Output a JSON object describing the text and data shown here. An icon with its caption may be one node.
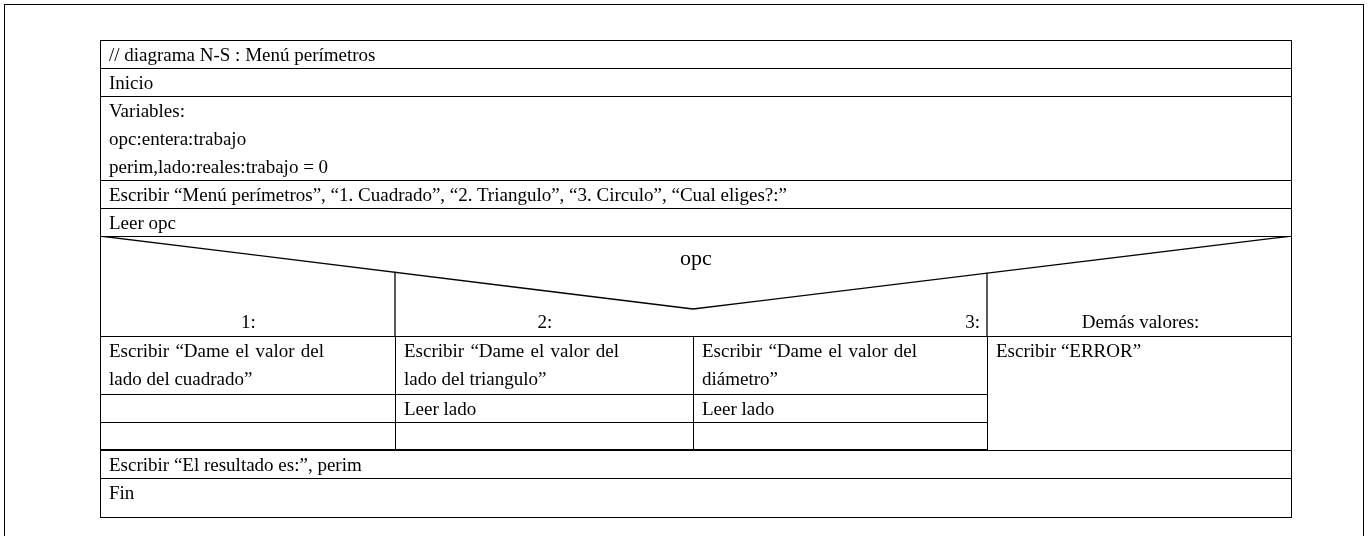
{
  "diagram": {
    "nodes": [
      {
        "text": [
          "// diagrama N-S : Menú perímetros"
        ]
      },
      {
        "text": [
          "Inicio"
        ]
      },
      {
        "text": [
          "Variables:",
          "opc:entera:trabajo",
          "perim,lado:reales:trabajo = 0"
        ]
      },
      {
        "text": [
          "Escribir “Menú perímetros”, “1. Cuadrado”, “2. Triangulo”, “3. Circulo”, “Cual eliges?:”"
        ]
      },
      {
        "text": [
          "Leer opc"
        ]
      },
      {
        "text": [
          "opc"
        ]
      },
      {
        "text": [
          "1:"
        ],
        "in": 5
      },
      {
        "text": [
          "2:"
        ],
        "in": 5
      },
      {
        "text": [
          "3:"
        ],
        "in": 5
      },
      {
        "text": [
          "Demás valores:"
        ],
        "in": 5
      },
      {
        "text": [
          "Escribir “Dame el valor del lado del cuadrado”"
        ]
      },
      {
        "text": [
          "Escribir “Dame el valor del lado del triangulo”"
        ]
      },
      {
        "text": [
          "Escribir “Dame el valor del diámetro”"
        ]
      },
      {
        "text": [
          "Escribir “ERROR”"
        ]
      },
      {
        "text": [],
        "shape": "box"
      },
      {
        "text": [
          "Leer lado"
        ]
      },
      {
        "text": [
          "Leer lado"
        ]
      },
      {
        "text": [],
        "shape": "box"
      },
      {
        "text": [],
        "shape": "box"
      },
      {
        "text": [],
        "shape": "box"
      },
      {
        "text": [
          "Escribir “El resultado es:”, perim"
        ]
      },
      {
        "text": [
          "Fin"
        ]
      }
    ]
  }
}
